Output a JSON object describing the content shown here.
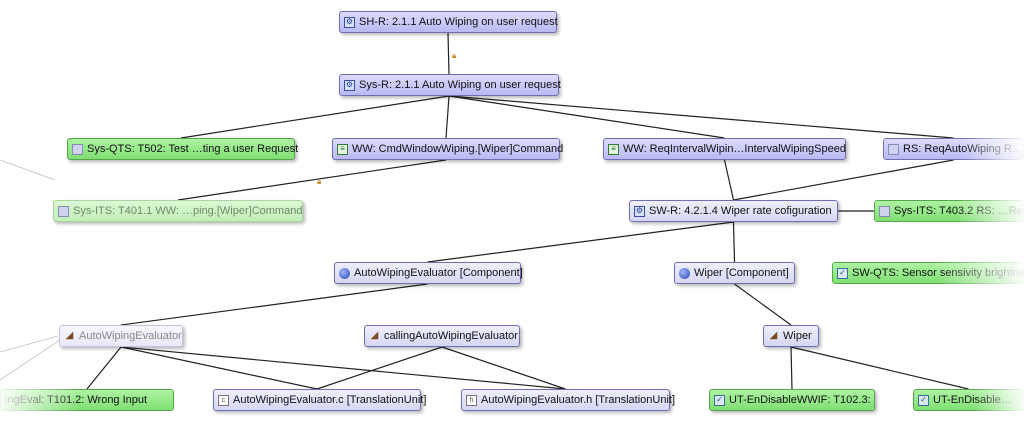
{
  "nodes": {
    "shr": {
      "label": "SH-R: 2.1.1 Auto Wiping on user request",
      "icon": "requirement-icon"
    },
    "sysr": {
      "label": "Sys-R: 2.1.1 Auto Wiping on user request",
      "icon": "requirement-icon"
    },
    "sysqts": {
      "label": "Sys-QTS: T502: Test …ting a user Request",
      "icon": "document-icon"
    },
    "wwcmd": {
      "label": "WW: CmdWindowWiping.[Wiper]Command",
      "icon": "ww-icon"
    },
    "wwreq": {
      "label": "WW: ReqIntervalWipin…IntervalWipingSpeed",
      "icon": "ww-icon"
    },
    "rs": {
      "label": "RS: ReqAutoWiping R…",
      "icon": "document-icon"
    },
    "sysits401": {
      "label": "Sys-ITS: T401.1 WW: …ping.[Wiper]Command",
      "icon": "document-icon"
    },
    "swr": {
      "label": "SW-R: 4.2.1.4 Wiper rate cofiguration",
      "icon": "requirement-icon"
    },
    "sysits403": {
      "label": "Sys-ITS: T403.2 RS: …Re…",
      "icon": "document-icon"
    },
    "awecomp": {
      "label": "AutoWipingEvaluator [Component]",
      "icon": "component-icon"
    },
    "wipercomp": {
      "label": "Wiper [Component]",
      "icon": "component-icon"
    },
    "swqts": {
      "label": "SW-QTS: Sensor sensivity brightne…",
      "icon": "test-icon"
    },
    "awe": {
      "label": "AutoWipingEvaluator",
      "icon": "function-icon"
    },
    "callingawe": {
      "label": "callingAutoWipingEvaluator",
      "icon": "function-icon"
    },
    "wiper": {
      "label": "Wiper",
      "icon": "function-icon"
    },
    "t1012": {
      "label": "ingEval: T101.2: Wrong Input",
      "icon": "test-icon"
    },
    "awec": {
      "label": "AutoWipingEvaluator.c [TranslationUnit]",
      "icon": "file-icon"
    },
    "aweh": {
      "label": "AutoWipingEvaluator.h [TranslationUnit]",
      "icon": "file-icon"
    },
    "ut1023": {
      "label": "UT-EnDisableWWIF: T102.3:",
      "icon": "test-icon"
    },
    "utendisable": {
      "label": "UT-EnDisable…",
      "icon": "test-icon"
    }
  },
  "edges": [
    [
      "shr",
      "sysr"
    ],
    [
      "sysr",
      "sysqts"
    ],
    [
      "sysr",
      "wwcmd"
    ],
    [
      "sysr",
      "wwreq"
    ],
    [
      "sysr",
      "rs"
    ],
    [
      "wwcmd",
      "sysits401"
    ],
    [
      "wwreq",
      "swr"
    ],
    [
      "rs",
      "swr"
    ],
    [
      "swr",
      "sysits403"
    ],
    [
      "swr",
      "awecomp"
    ],
    [
      "swr",
      "wipercomp"
    ],
    [
      "awecomp",
      "awe"
    ],
    [
      "wipercomp",
      "wiper"
    ],
    [
      "awe",
      "awec"
    ],
    [
      "awe",
      "aweh"
    ],
    [
      "callingawe",
      "awec"
    ],
    [
      "callingawe",
      "aweh"
    ],
    [
      "awe",
      "t1012"
    ],
    [
      "wiper",
      "ut1023"
    ],
    [
      "wiper",
      "utendisable"
    ]
  ]
}
